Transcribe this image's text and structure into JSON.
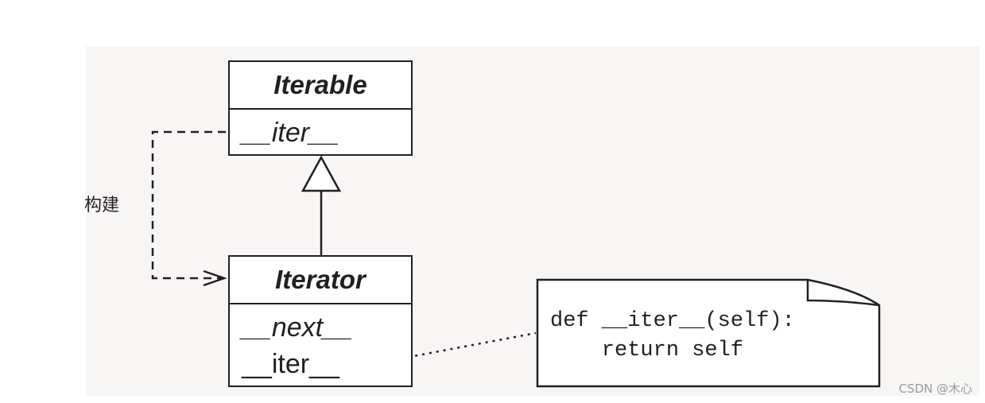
{
  "classes": {
    "iterable": {
      "name": "Iterable",
      "members": [
        "__iter__"
      ]
    },
    "iterator": {
      "name": "Iterator",
      "members": [
        "__next__",
        "__iter__"
      ]
    }
  },
  "relation_label": "构建",
  "note": {
    "lines": [
      "def __iter__(self):",
      "    return self"
    ]
  },
  "watermark": "CSDN @木心",
  "colors": {
    "line": "#231f20",
    "background": "#f7f6f5"
  }
}
